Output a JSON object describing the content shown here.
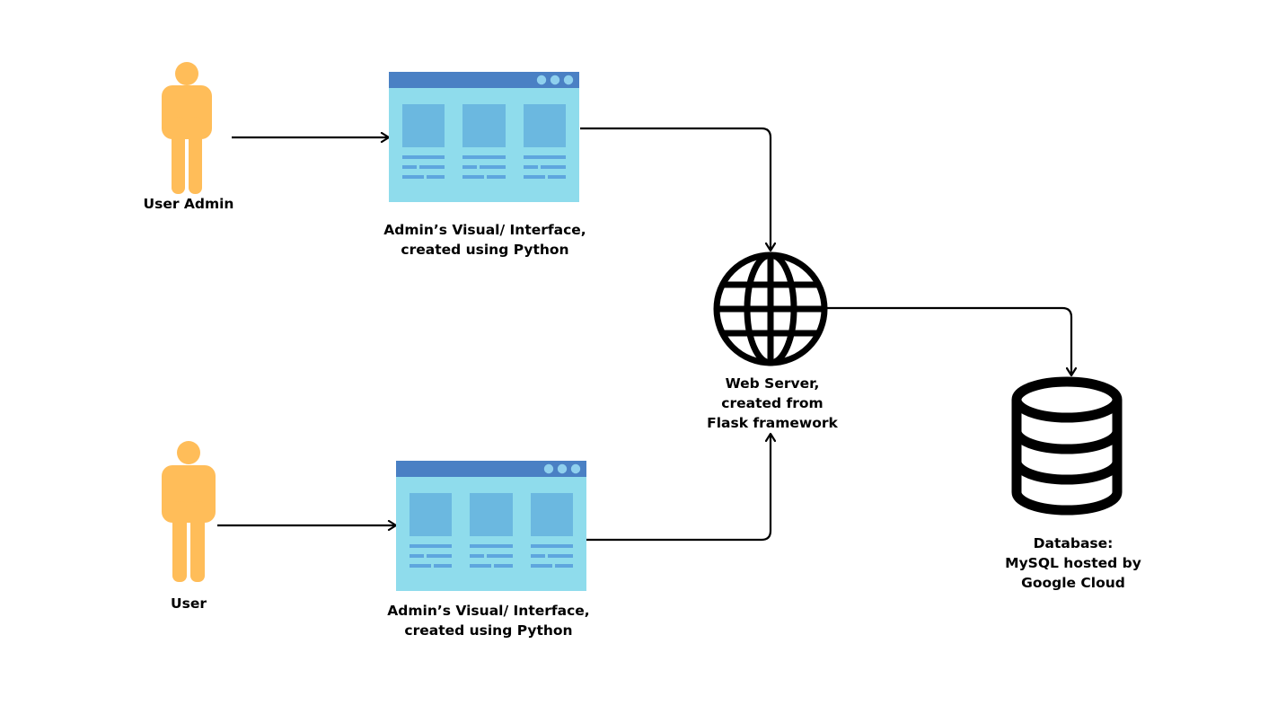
{
  "colors": {
    "person": "#ffbd59",
    "window_frame": "#8fdcec",
    "window_titlebar": "#4a80c4",
    "window_dots": "#8fd0ee",
    "window_panel": "#6bb8e0",
    "window_lines": "#5ea6de",
    "line": "#000000",
    "icon": "#000000"
  },
  "nodes": {
    "user_admin": {
      "icon": "person-icon",
      "label": "User Admin"
    },
    "user": {
      "icon": "person-icon",
      "label": "User"
    },
    "admin_interface_top": {
      "icon": "browser-window-icon",
      "label_lines": [
        "Admin’s Visual/ Interface,",
        "created using Python"
      ]
    },
    "admin_interface_bottom": {
      "icon": "browser-window-icon",
      "label_lines": [
        "Admin’s Visual/ Interface,",
        "created using Python"
      ]
    },
    "web_server": {
      "icon": "globe-icon",
      "label_lines": [
        "Web Server,",
        "created from",
        "Flask framework"
      ]
    },
    "database": {
      "icon": "database-icon",
      "label_lines": [
        "Database:",
        "MySQL hosted by",
        "Google Cloud"
      ]
    }
  },
  "edges": [
    {
      "from": "user_admin",
      "to": "admin_interface_top"
    },
    {
      "from": "admin_interface_top",
      "to": "web_server"
    },
    {
      "from": "user",
      "to": "admin_interface_bottom"
    },
    {
      "from": "admin_interface_bottom",
      "to": "web_server"
    },
    {
      "from": "web_server",
      "to": "database"
    }
  ]
}
